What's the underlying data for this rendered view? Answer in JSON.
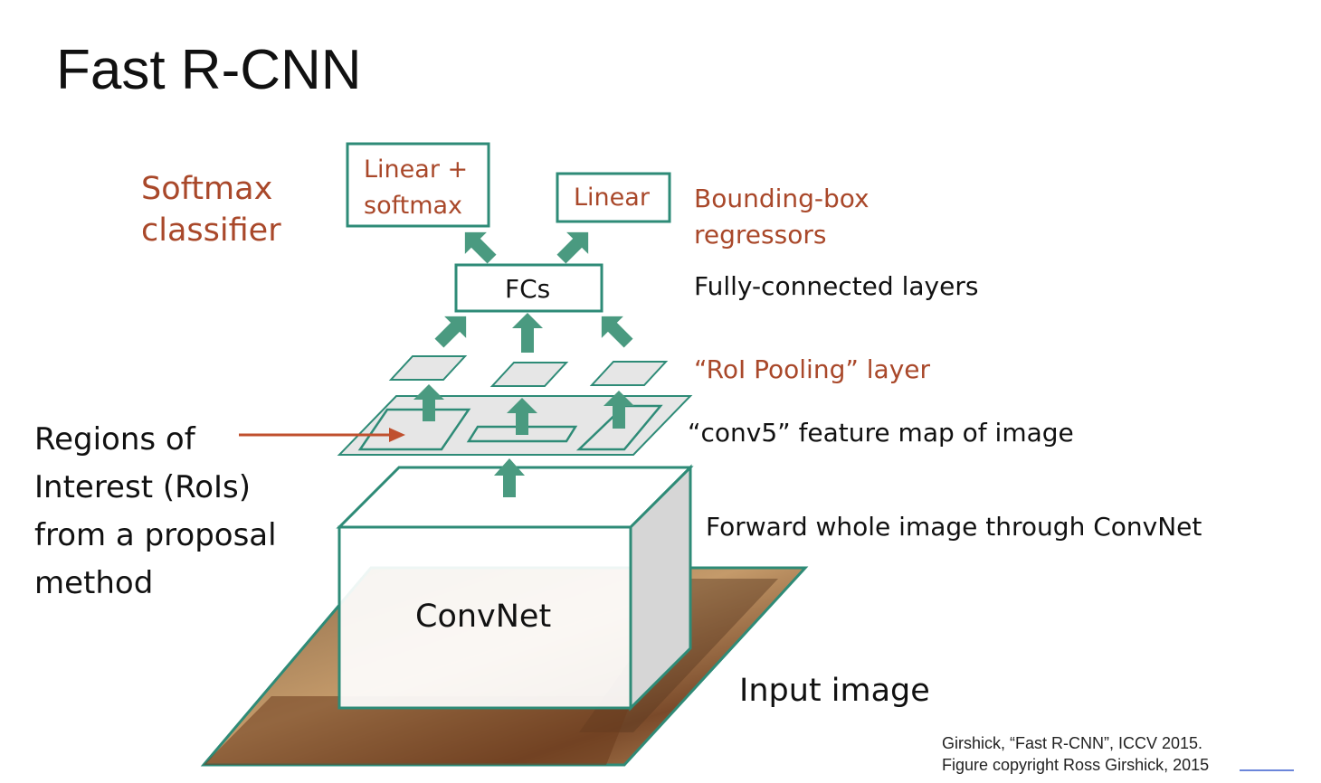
{
  "slide": {
    "title": "Fast R-CNN"
  },
  "labels": {
    "softmax_classifier": [
      "Softmax",
      "classifier"
    ],
    "bbox_regressors": [
      "Bounding-box",
      "regressors"
    ],
    "fc_layers": "Fully-connected layers",
    "roi_pooling": "“RoI Pooling” layer",
    "conv5": "“conv5” feature map of image",
    "forward": "Forward whole image through ConvNet",
    "input_image": "Input image",
    "regions": [
      "Regions of",
      "Interest (RoIs)",
      "from a proposal",
      "method"
    ]
  },
  "boxes": {
    "linear_softmax": [
      "Linear +",
      "softmax"
    ],
    "linear": "Linear",
    "fcs": "FCs",
    "convnet": "ConvNet"
  },
  "citation": {
    "line1": "Girshick, “Fast R-CNN”, ICCV 2015.",
    "line2": "Figure copyright Ross Girshick, 2015"
  },
  "colors": {
    "teal": "#2e8b77",
    "arrow": "#4a9a80",
    "accent_red": "#a9482a",
    "panel_gray": "#e6e6e6"
  }
}
